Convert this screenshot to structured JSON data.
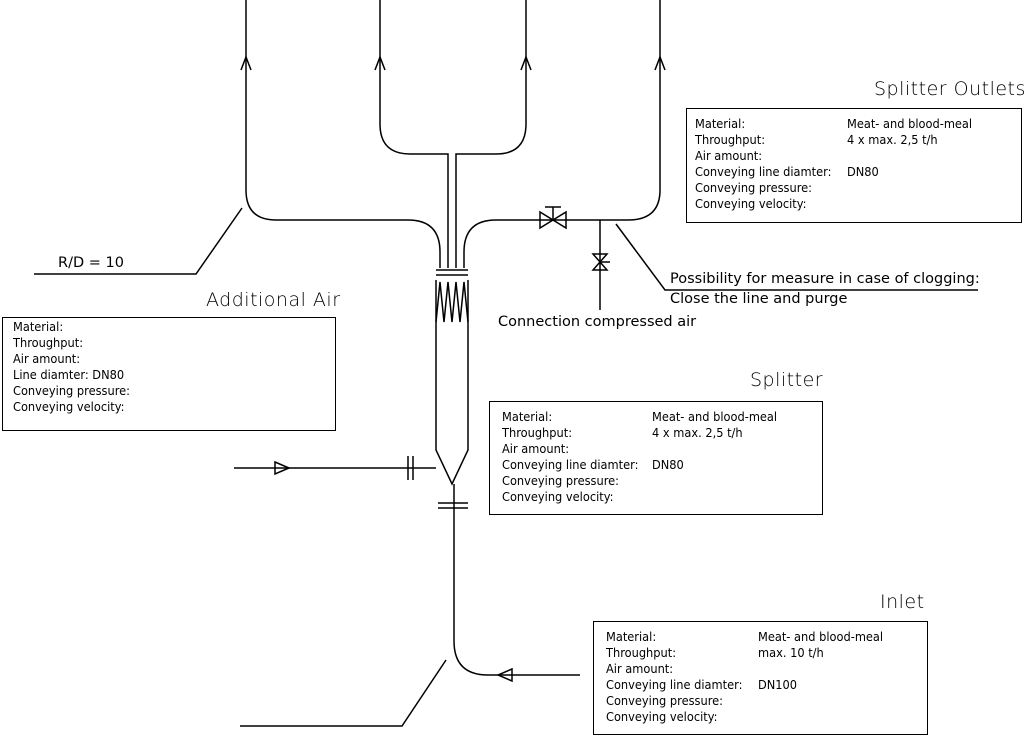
{
  "labels": {
    "rd": "R/D = 10",
    "additional_air_title": "Additional Air",
    "splitter_outlets_title": "Splitter Outlets",
    "splitter_title": "Splitter",
    "inlet_title": "Inlet",
    "clogging_line1": "Possibility for measure in case of clogging:",
    "clogging_line2": "Close the line and purge",
    "compressed_air": "Connection compressed air"
  },
  "boxes": {
    "additional_air": {
      "rows": [
        {
          "label": "Material:",
          "value": ""
        },
        {
          "label": "Throughput:",
          "value": ""
        },
        {
          "label": "Air amount:",
          "value": ""
        },
        {
          "label": "Line diamter: DN80",
          "value": ""
        },
        {
          "label": "Conveying pressure:",
          "value": ""
        },
        {
          "label": "Conveying velocity:",
          "value": ""
        }
      ]
    },
    "splitter_outlets": {
      "rows": [
        {
          "label": "Material:",
          "value": "Meat- and blood-meal"
        },
        {
          "label": "Throughput:",
          "value": "4 x max. 2,5 t/h"
        },
        {
          "label": "Air amount:",
          "value": ""
        },
        {
          "label": "Conveying line diamter:",
          "value": "DN80"
        },
        {
          "label": "Conveying pressure:",
          "value": ""
        },
        {
          "label": "Conveying velocity:",
          "value": ""
        }
      ]
    },
    "splitter": {
      "rows": [
        {
          "label": "Material:",
          "value": "Meat- and blood-meal"
        },
        {
          "label": "Throughput:",
          "value": "4 x max. 2,5 t/h"
        },
        {
          "label": "Air amount:",
          "value": ""
        },
        {
          "label": "Conveying line diamter:",
          "value": "DN80"
        },
        {
          "label": "Conveying pressure:",
          "value": ""
        },
        {
          "label": "Conveying velocity:",
          "value": ""
        }
      ]
    },
    "inlet": {
      "rows": [
        {
          "label": "Material:",
          "value": "Meat- and blood-meal"
        },
        {
          "label": "Throughput:",
          "value": "max. 10 t/h"
        },
        {
          "label": "Air amount:",
          "value": ""
        },
        {
          "label": "Conveying line diamter:",
          "value": "DN100"
        },
        {
          "label": "Conveying pressure:",
          "value": ""
        },
        {
          "label": "Conveying velocity:",
          "value": ""
        }
      ]
    }
  }
}
